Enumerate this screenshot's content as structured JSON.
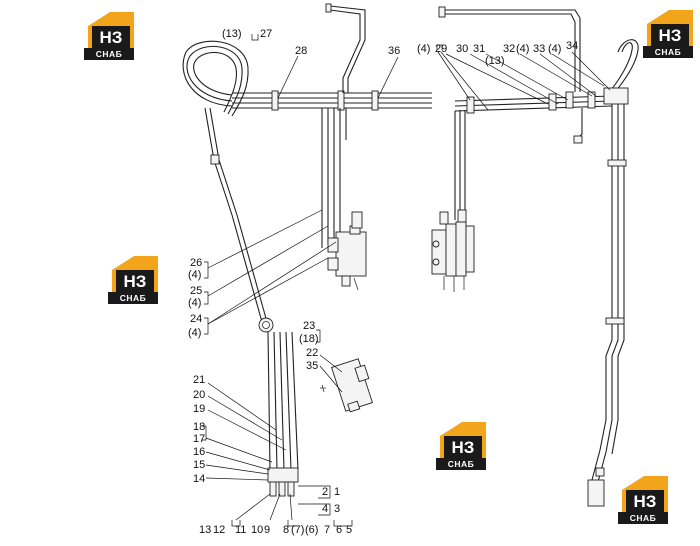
{
  "logos": [
    {
      "id": "logo-top-left",
      "main": "НЗ",
      "sub": "СНАБ"
    },
    {
      "id": "logo-top-right",
      "main": "НЗ",
      "sub": "СНАБ"
    },
    {
      "id": "logo-mid-left",
      "main": "НЗ",
      "sub": "СНАБ"
    },
    {
      "id": "logo-mid-center",
      "main": "НЗ",
      "sub": "СНАБ"
    },
    {
      "id": "logo-bottom-right",
      "main": "НЗ",
      "sub": "СНАБ"
    }
  ],
  "callouts": {
    "c13a": "(13)",
    "c27": "27",
    "c28": "28",
    "c36": "36",
    "c4a": "(4)",
    "c29": "29",
    "c30": "30",
    "c31": "31",
    "c32": "32",
    "c4b": "(4)",
    "c33": "33",
    "c4c": "(4)",
    "c34": "34",
    "c13b": "(13)",
    "c26": "26",
    "c4d": "(4)",
    "c25": "25",
    "c4e": "(4)",
    "c24": "24",
    "c4f": "(4)",
    "c23": "23",
    "c18": "(18)",
    "c22": "22",
    "c35": "35",
    "c21": "21",
    "c20": "20",
    "c19": "19",
    "c18b": "18",
    "c17": "17",
    "c16": "16",
    "c15": "15",
    "c14": "14",
    "c2": "2",
    "c1": "1",
    "c4g": "4",
    "c3": "3",
    "c13c": "13",
    "c12": "12",
    "c11": "11",
    "c10": "10",
    "c9": "9",
    "c8": "8",
    "c7a": "(7)",
    "c6a": "(6)",
    "c7b": "7",
    "c6b": "6",
    "c5": "5"
  },
  "colors": {
    "logo_orange": "#f2a51b",
    "logo_dark": "#1a1a1a",
    "line": "#222222"
  }
}
